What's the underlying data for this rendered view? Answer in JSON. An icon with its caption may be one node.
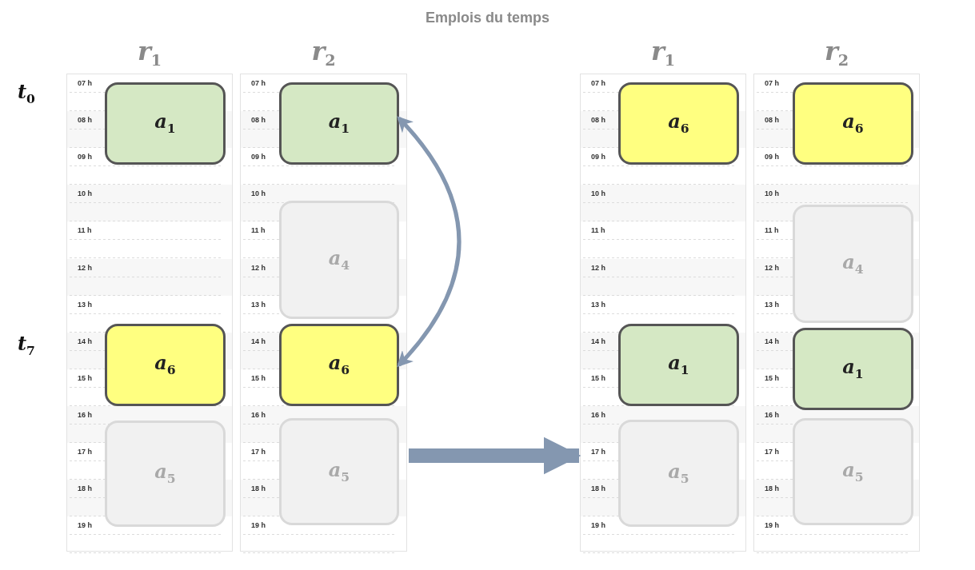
{
  "diagram": {
    "title": "Emplois du temps",
    "nodes": [
      {
        "text": [
          "*r*$_{1}$",
          "07 h",
          "08 h",
          "09 h",
          "10 h",
          "11 h",
          "12 h",
          "13 h",
          "14 h",
          "15 h",
          "16 h",
          "17 h",
          "18 h",
          "19 h"
        ]
      },
      {
        "text": [
          "*a*$_{1}$"
        ],
        "in": 0
      },
      {
        "text": [
          "*a*$_{6}$"
        ],
        "in": 0
      },
      {
        "text": [
          "*a*$_{5}$"
        ],
        "in": 0
      },
      {
        "text": [
          "*r*$_{2}$",
          "07 h",
          "08 h",
          "09 h",
          "10 h",
          "11 h",
          "12 h",
          "13 h",
          "14 h",
          "15 h",
          "16 h",
          "17 h",
          "18 h",
          "19 h"
        ]
      },
      {
        "text": [
          "*a*$_{1}$"
        ],
        "in": 4
      },
      {
        "text": [
          "*a*$_{4}$"
        ],
        "in": 4
      },
      {
        "text": [
          "*a*$_{6}$"
        ],
        "in": 4
      },
      {
        "text": [
          "*a*$_{5}$"
        ],
        "in": 4
      },
      {
        "text": [
          "*r*$_{1}$",
          "07 h",
          "08 h",
          "09 h",
          "10 h",
          "11 h",
          "12 h",
          "13 h",
          "14 h",
          "15 h",
          "16 h",
          "17 h",
          "18 h",
          "19 h"
        ]
      },
      {
        "text": [
          "*a*$_{6}$"
        ],
        "in": 9
      },
      {
        "text": [
          "*a*$_{1}$"
        ],
        "in": 9
      },
      {
        "text": [
          "*a*$_{5}$"
        ],
        "in": 9
      },
      {
        "text": [
          "*r*$_{2}$",
          "07 h",
          "08 h",
          "09 h",
          "10 h",
          "11 h",
          "12 h",
          "13 h",
          "14 h",
          "15 h",
          "16 h",
          "17 h",
          "18 h",
          "19 h"
        ]
      },
      {
        "text": [
          "*a*$_{6}$"
        ],
        "in": 13
      },
      {
        "text": [
          "*a*$_{4}$"
        ],
        "in": 13
      },
      {
        "text": [
          "*a*$_{1}$"
        ],
        "in": 13
      },
      {
        "text": [
          "*a*$_{5}$"
        ],
        "in": 13
      }
    ],
    "edges": [
      {
        "from": 5,
        "to": 7,
        "arrow": "both"
      },
      {
        "from": 4,
        "to": 9,
        "arrow": "to",
        "style": "thick"
      }
    ],
    "labels": [
      "*t*$_{0}$",
      "*t*$_{7}$"
    ]
  }
}
